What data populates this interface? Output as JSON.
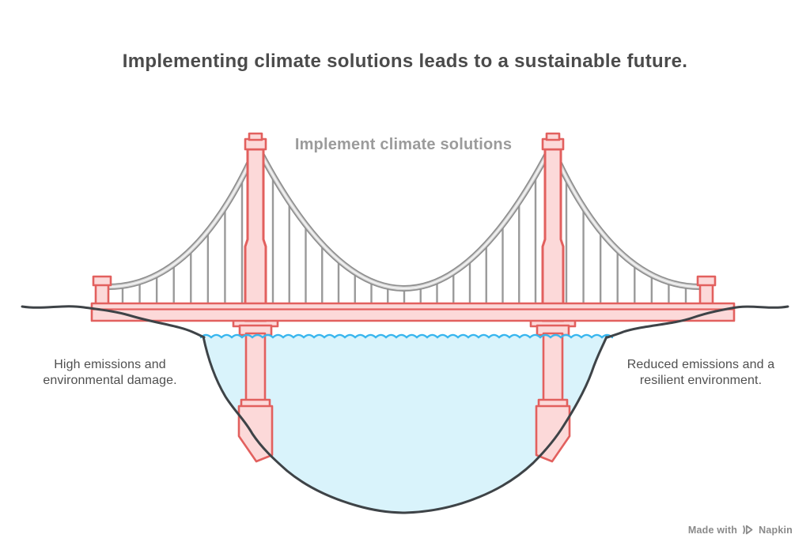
{
  "title": "Implementing climate solutions leads to a sustainable future.",
  "diagram": {
    "bridge_label": "Implement climate solutions",
    "left_note": "High emissions and environmental damage.",
    "right_note": "Reduced emissions and a resilient environment."
  },
  "watermark": {
    "prefix": "Made with",
    "brand": "Napkin",
    "icon": "napkin-logo-icon"
  },
  "colors": {
    "structure_fill": "#fcd9d9",
    "structure_stroke": "#e2605e",
    "cable_dark": "#8f8f8f",
    "cable_mid": "#d3d3d3",
    "cable_core": "#f1f1f1",
    "suspender": "#9a9a9a",
    "water_fill": "#d9f3fb",
    "water_wave": "#38b6ee",
    "ground": "#3e4347",
    "title_text": "#4b4b4b",
    "bridge_label_text": "#9b9b9b",
    "side_label_text": "#4f4f4f",
    "watermark_text": "#8a8a8a"
  }
}
